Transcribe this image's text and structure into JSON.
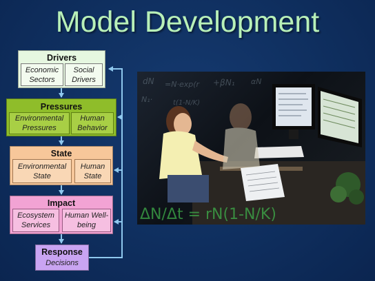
{
  "title": "Model Development",
  "diagram": {
    "drivers": {
      "heading": "Drivers",
      "cells": [
        "Economic Sectors",
        "Social Drivers"
      ]
    },
    "pressures": {
      "heading": "Pressures",
      "cells": [
        "Environmental Pressures",
        "Human Behavior"
      ]
    },
    "state": {
      "heading": "State",
      "cells": [
        "Environmental State",
        "Human State"
      ]
    },
    "impact": {
      "heading": "Impact",
      "cells": [
        "Ecosystem Services",
        "Human Well-being"
      ]
    },
    "response": {
      "heading": "Response",
      "sub": "Decisions"
    }
  },
  "photo": {
    "equation_overlay": "ΔN/Δt = rN(1-N/K)"
  },
  "colors": {
    "background": "#0f2f5f",
    "title": "#b8f0b8",
    "arrow": "#8fc8ee",
    "drivers": "#e6f7e0",
    "pressures": "#8fbd2a",
    "state": "#f7c79a",
    "impact": "#f2a3d4",
    "response": "#c9a4f2"
  }
}
